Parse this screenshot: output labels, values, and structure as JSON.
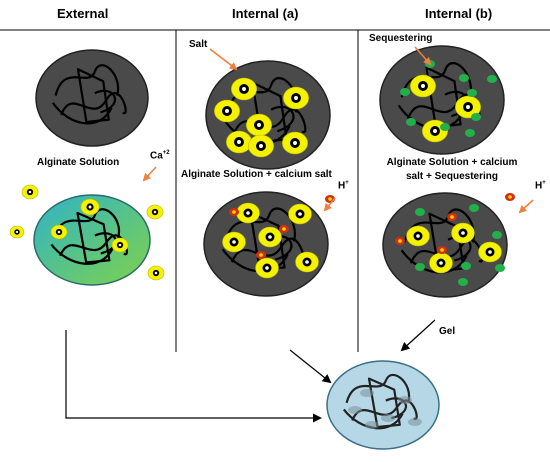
{
  "headings": {
    "external": "External",
    "internal_a": "Internal (a)",
    "internal_b": "Internal (b)"
  },
  "labels": {
    "alginate_solution": "Alginate Solution",
    "salt": "Salt",
    "alginate_calcium_salt": "Alginate Solution + calcium salt",
    "sequestering": "Sequestering",
    "alginate_calcium_seq_line1": "Alginate Solution + calcium",
    "alginate_calcium_seq_line2": "salt + Sequestering",
    "gel": "Gel"
  },
  "ions": {
    "calcium_base": "Ca",
    "calcium_charge": "+2",
    "proton_base": "H",
    "proton_charge": "+"
  },
  "colors": {
    "alginate_sphere": "#4a4a4a",
    "calcium_ion": "#f5f200",
    "proton": "#d03010",
    "sequestrant": "#22b04a",
    "process_arrow": "#f08040",
    "gel_bead": "#b6d8e6",
    "external_gel_start": "#2fb3c8",
    "external_gel_end": "#7fd24a"
  }
}
